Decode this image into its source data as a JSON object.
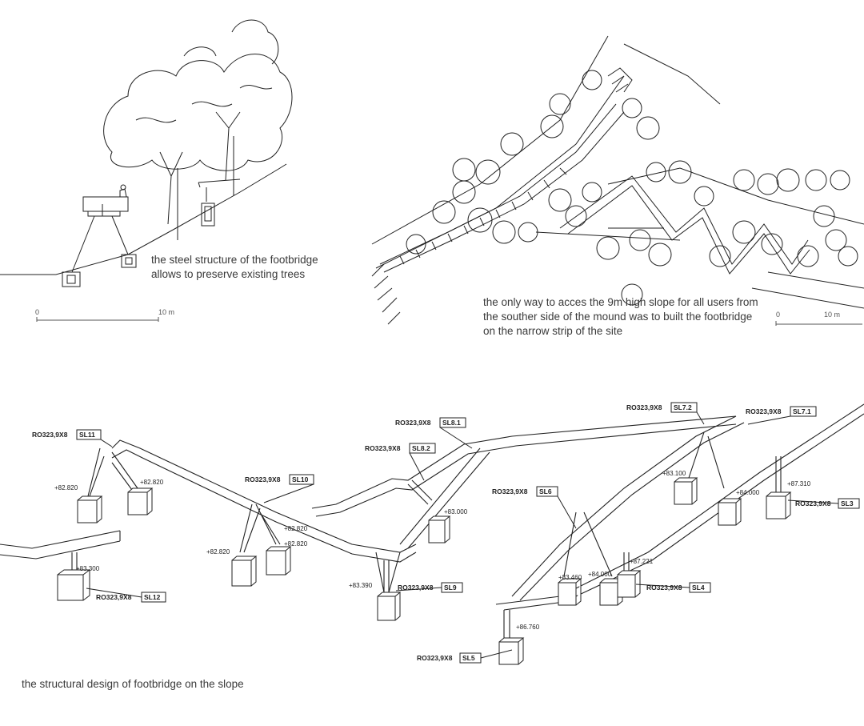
{
  "captions": {
    "section": "the steel structure of the footbridge\nallows to preserve existing trees",
    "plan": "the only way to acces the 9m high slope for all users from\nthe souther side of the mound was to built the footbridge\non the narrow strip of the site",
    "axonometric": "the structural design of footbridge on the slope"
  },
  "scale_bars": [
    {
      "start": "0",
      "end": "10 m"
    },
    {
      "start": "0",
      "end": "10 m"
    }
  ],
  "members": [
    {
      "profile": "RO323,9X8",
      "tag": "SL11"
    },
    {
      "profile": "RO323,9X8",
      "tag": "SL10"
    },
    {
      "profile": "RO323,9X8",
      "tag": "SL12"
    },
    {
      "profile": "RO323,9X8",
      "tag": "SL9"
    },
    {
      "profile": "RO323,9X8",
      "tag": "SL8.2"
    },
    {
      "profile": "RO323,9X8",
      "tag": "SL8.1"
    },
    {
      "profile": "RO323,9X8",
      "tag": "SL6"
    },
    {
      "profile": "RO323,9X8",
      "tag": "SL7.2"
    },
    {
      "profile": "RO323,9X8",
      "tag": "SL7.1"
    },
    {
      "profile": "RO323,9X8",
      "tag": "SL3"
    },
    {
      "profile": "RO323,9X8",
      "tag": "SL4"
    },
    {
      "profile": "RO323,9X8",
      "tag": "SL5"
    }
  ],
  "elevations": [
    "+82.820",
    "+82.820",
    "+82.820",
    "+82.820",
    "+82.820",
    "+83.300",
    "+83.390",
    "+83.000",
    "+83.100",
    "+84.000",
    "+87.310",
    "+83.460",
    "+84.000",
    "+87.221",
    "+86.760"
  ]
}
